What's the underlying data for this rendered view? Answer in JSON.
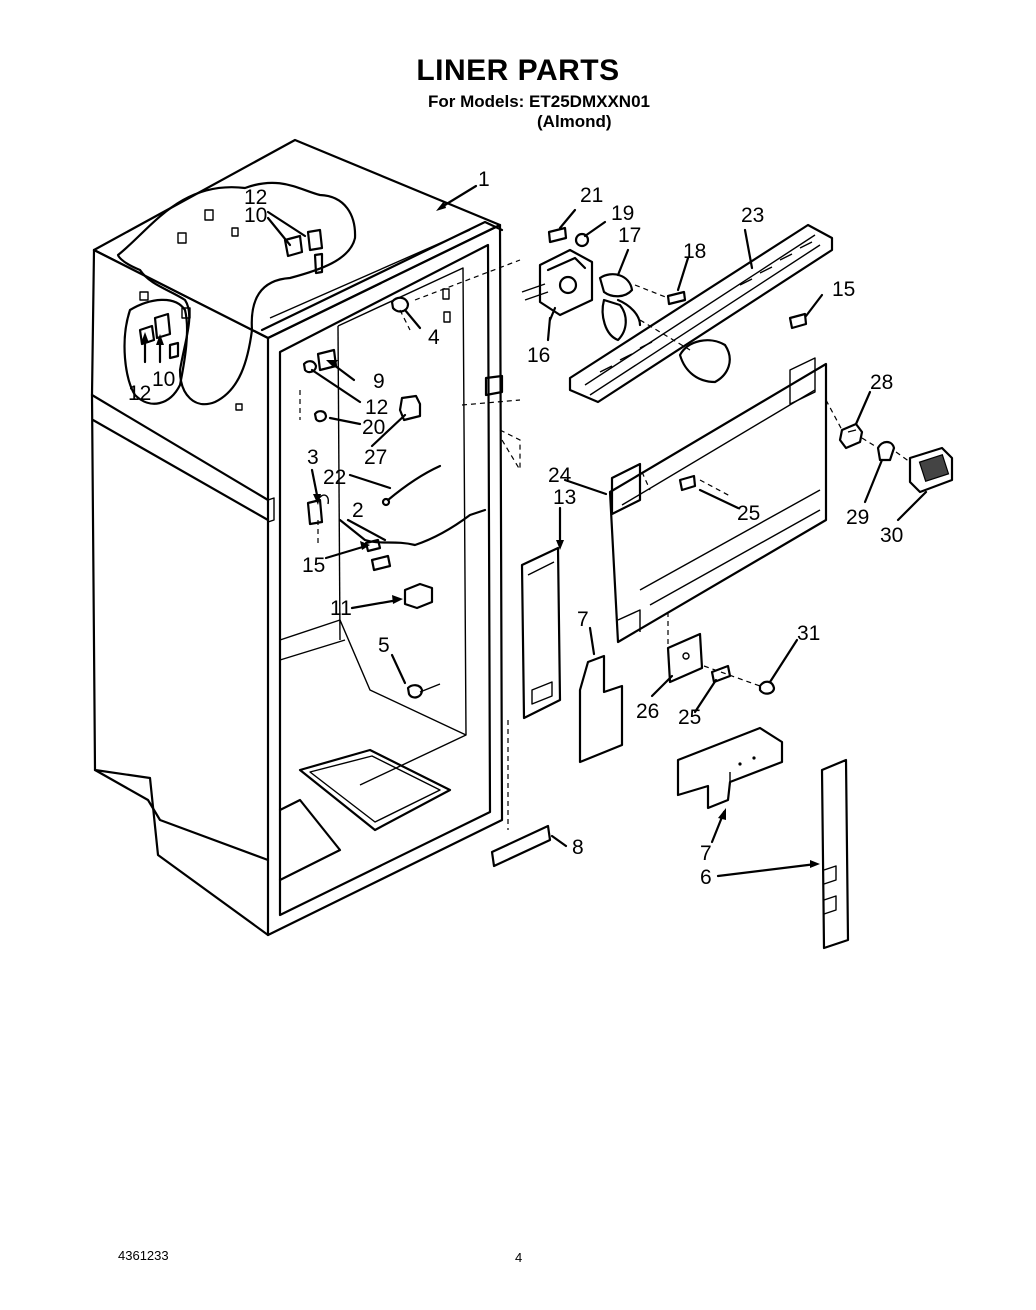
{
  "header": {
    "title": "LINER PARTS",
    "models_line": "For Models: ET25DMXXN01",
    "color_line": "(Almond)"
  },
  "footer": {
    "document_number": "4361233",
    "page_number": "4"
  },
  "callouts": {
    "c1": "1",
    "c2": "2",
    "c3": "3",
    "c4": "4",
    "c5": "5",
    "c6": "6",
    "c7a": "7",
    "c7b": "7",
    "c8": "8",
    "c9": "9",
    "c10a": "10",
    "c10b": "10",
    "c11": "11",
    "c12a": "12",
    "c12b": "12",
    "c12c": "12",
    "c13": "13",
    "c15a": "15",
    "c15b": "15",
    "c16": "16",
    "c17": "17",
    "c18": "18",
    "c19": "19",
    "c20": "20",
    "c21": "21",
    "c22": "22",
    "c23": "23",
    "c24": "24",
    "c25a": "25",
    "c25b": "25",
    "c26": "26",
    "c27": "27",
    "c28": "28",
    "c29": "29",
    "c30": "30",
    "c31": "31"
  }
}
